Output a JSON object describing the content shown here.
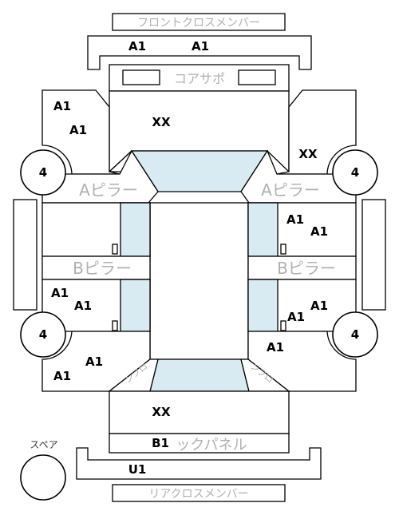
{
  "parts": {
    "front_cross_member": "フロントクロスメンバー",
    "core_support": "コアサポ",
    "a_pillar_left": "Aピラー",
    "a_pillar_right": "Aピラー",
    "b_pillar_left": "Bピラー",
    "b_pillar_right": "Bピラー",
    "back_panel": "ックパネル",
    "rear_cross_member": "リアクロスメンバー",
    "spare": "スペア",
    "trunk_left": "ンフロ",
    "trunk_right": "ンフロ"
  },
  "codes": {
    "front_member_left": "A1",
    "front_member_right": "A1",
    "front_left_upper": "A1",
    "front_left_lower": "A1",
    "hood": "XX",
    "front_right": "XX",
    "right_front_door_upper": "A1",
    "right_front_door_lower": "A1",
    "left_rear_door_upper": "A1",
    "left_rear_door_lower": "A1",
    "right_rear_door_upper": "A1",
    "right_rear_door_lower": "A1",
    "right_rear_fender": "A1",
    "left_rear_fender_upper": "A1",
    "left_rear_fender_lower": "A1",
    "trunk": "XX",
    "back_panel": "B1",
    "rear_member": "U1"
  },
  "tires": {
    "front_left": "4",
    "front_right": "4",
    "rear_left": "4",
    "rear_right": "4"
  },
  "colors": {
    "glass": "#d8ebf2",
    "label_gray": "#b0b0b0"
  }
}
